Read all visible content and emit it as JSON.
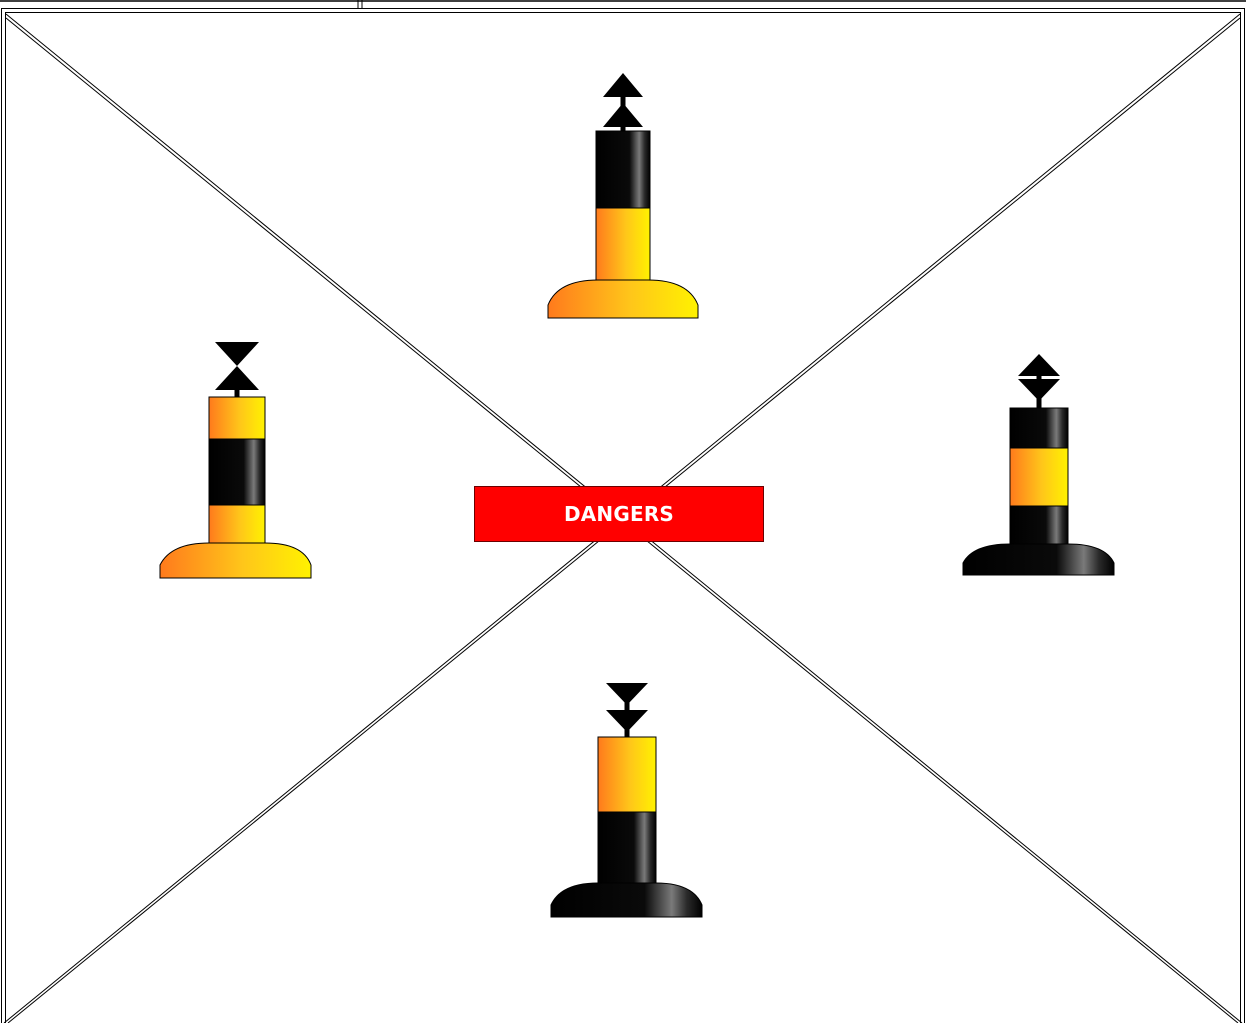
{
  "diagram": {
    "center_label": "DANGERS"
  },
  "colors": {
    "danger_box": "#ff0000",
    "label_text": "#ffffff",
    "yellow": "#ffee00",
    "orange": "#ff7f1a",
    "black": "#000000",
    "frame": "#000000"
  },
  "buoys": [
    {
      "quadrant": "north",
      "topmark": "two-cones-pointing-up",
      "bands": [
        "black",
        "yellow"
      ],
      "base": "yellow"
    },
    {
      "quadrant": "west",
      "topmark": "two-cones-point-to-point",
      "bands": [
        "yellow",
        "black",
        "yellow"
      ],
      "base": "yellow"
    },
    {
      "quadrant": "east",
      "topmark": "two-cones-base-to-base",
      "bands": [
        "black",
        "yellow",
        "black"
      ],
      "base": "black"
    },
    {
      "quadrant": "south",
      "topmark": "two-cones-pointing-down",
      "bands": [
        "yellow",
        "black"
      ],
      "base": "black"
    }
  ]
}
